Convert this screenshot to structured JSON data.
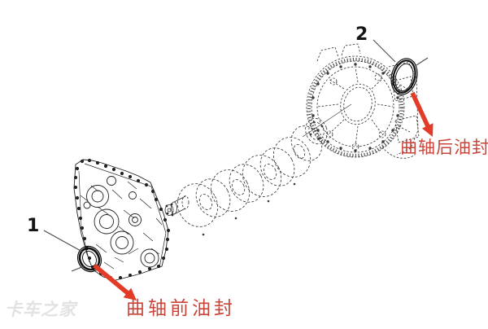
{
  "figure": {
    "description": "exploded-view engine line drawing: front gear cover, crankshaft and flywheel housing with two oil-seal callouts",
    "background_color": "#ffffff"
  },
  "callouts": [
    {
      "number": "1",
      "label": "曲轴前油封"
    },
    {
      "number": "2",
      "label": "曲轴后油封"
    }
  ],
  "watermark": {
    "text": "卡车之家"
  },
  "colors": {
    "arrow_red": "#e23b27",
    "label_red": "#c9453a",
    "solid_line": "#222222",
    "dashed_line": "#3a3a3a",
    "leader_gray": "#4a4a4a",
    "watermark_gray": "#e2e2e2"
  },
  "parts": {
    "front_cover": "timing-gear-front-cover",
    "crankshaft": "crankshaft",
    "flywheel_housing": "flywheel-housing",
    "front_seal": "crankshaft-front-oil-seal",
    "rear_seal": "crankshaft-rear-oil-seal"
  }
}
